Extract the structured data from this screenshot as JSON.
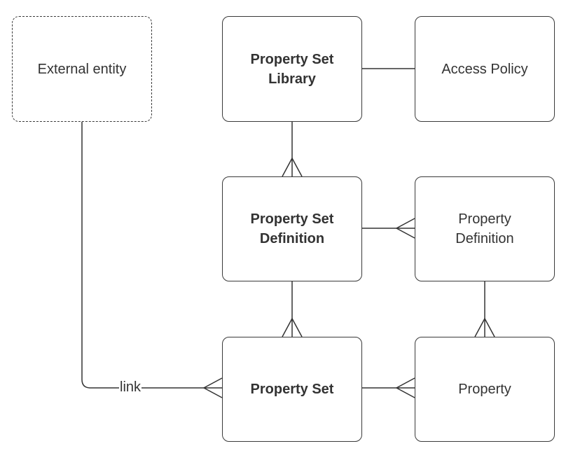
{
  "diagram": {
    "entities": {
      "external_entity": {
        "label": "External entity"
      },
      "property_set_library": {
        "label": "Property Set\nLibrary"
      },
      "access_policy": {
        "label": "Access Policy"
      },
      "property_set_definition": {
        "label": "Property Set\nDefinition"
      },
      "property_definition": {
        "label": "Property\nDefinition"
      },
      "property_set": {
        "label": "Property Set"
      },
      "property": {
        "label": "Property"
      }
    },
    "relationships": {
      "external_to_property_set": {
        "label": "link"
      }
    }
  }
}
